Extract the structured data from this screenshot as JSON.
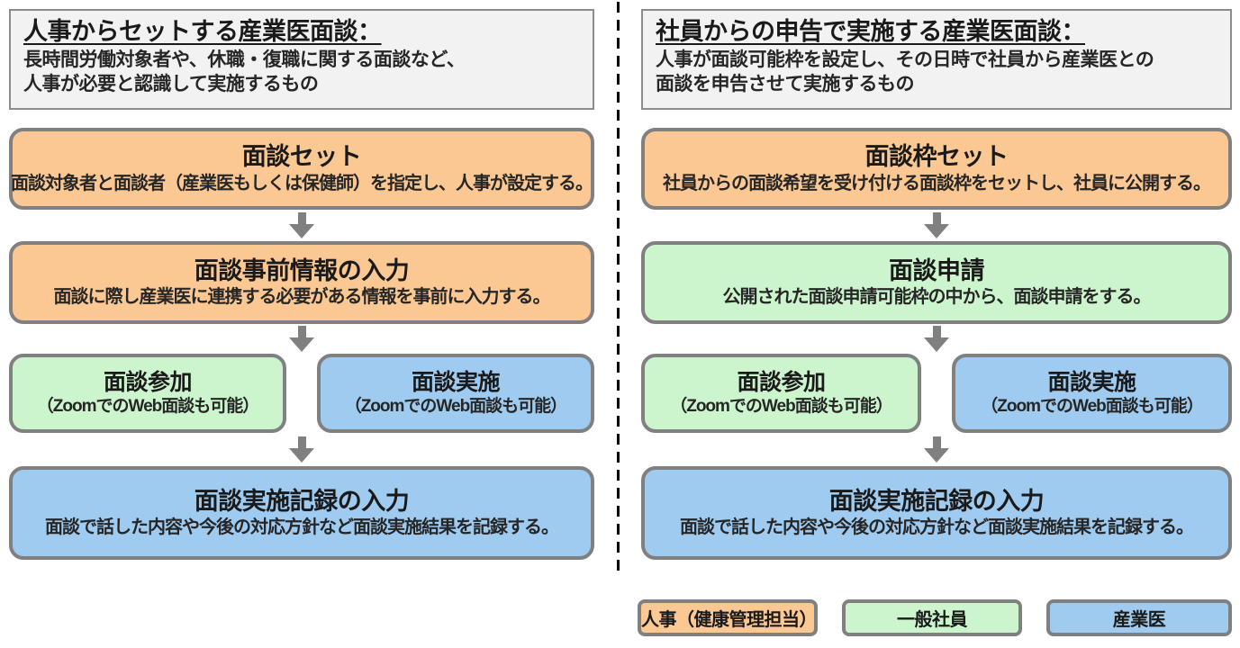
{
  "colors": {
    "orange": "#FBC893",
    "green": "#CDF5CD",
    "blue": "#9FCBF0",
    "header_gray": "#F2F2F2",
    "border_gray": "#808080",
    "arrow_gray": "#808080",
    "divider_black": "#000000"
  },
  "left": {
    "header": {
      "title": "人事からセットする産業医面談：",
      "desc1": "長時間労働対象者や、休職・復職に関する面談など、",
      "desc2": "人事が必要と認識して実施するもの"
    },
    "step1": {
      "title": "面談セット",
      "desc": "面談対象者と面談者（産業医もしくは保健師）を指定し、人事が設定する。"
    },
    "step2": {
      "title": "面談事前情報の入力",
      "desc": "面談に際し産業医に連携する必要がある情報を事前に入力する。"
    },
    "pair_left": {
      "title": "面談参加",
      "desc": "（ZoomでのWeb面談も可能）"
    },
    "pair_right": {
      "title": "面談実施",
      "desc": "（ZoomでのWeb面談も可能）"
    },
    "final": {
      "title": "面談実施記録の入力",
      "desc": "面談で話した内容や今後の対応方針など面談実施結果を記録する。"
    }
  },
  "right": {
    "header": {
      "title": "社員からの申告で実施する産業医面談：",
      "desc1": "人事が面談可能枠を設定し、その日時で社員から産業医との",
      "desc2": "面談を申告させて実施するもの"
    },
    "step1": {
      "title": "面談枠セット",
      "desc": "社員からの面談希望を受け付ける面談枠をセットし、社員に公開する。"
    },
    "step2": {
      "title": "面談申請",
      "desc": "公開された面談申請可能枠の中から、面談申請をする。"
    },
    "pair_left": {
      "title": "面談参加",
      "desc": "（ZoomでのWeb面談も可能）"
    },
    "pair_right": {
      "title": "面談実施",
      "desc": "（ZoomでのWeb面談も可能）"
    },
    "final": {
      "title": "面談実施記録の入力",
      "desc": "面談で話した内容や今後の対応方針など面談実施結果を記録する。"
    }
  },
  "legend": {
    "hr": "人事（健康管理担当）",
    "employee": "一般社員",
    "physician": "産業医"
  }
}
